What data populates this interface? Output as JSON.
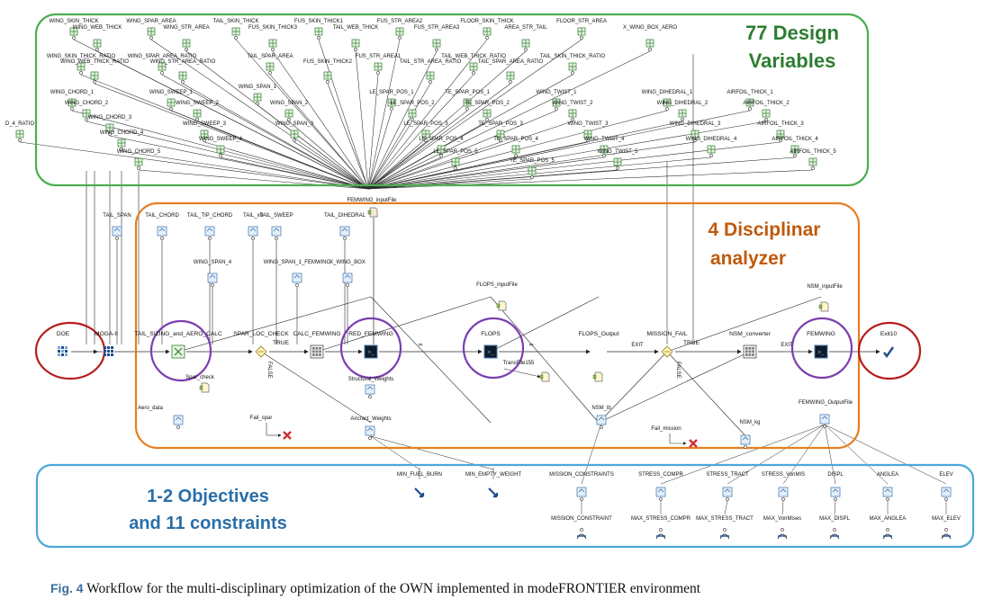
{
  "groups": {
    "design_vars": {
      "line1": "77 Design",
      "line2": "Variables",
      "color": "#4caf50",
      "text_color": "#2e7d32"
    },
    "analyzers": {
      "line1": "4 Disciplinar",
      "line2": "analyzer",
      "color": "#e67e22",
      "text_color": "#c0590a"
    },
    "objectives": {
      "line1": "1-2 Objectives",
      "line2": "and 11 constraints",
      "color": "#4aa8d8",
      "text_color": "#2a6fa8"
    }
  },
  "design_variables": [
    {
      "id": "v1",
      "label": "WING_SKIN_THICK",
      "row": 0
    },
    {
      "id": "v2",
      "label": "WING_SPAR_AREA",
      "row": 0
    },
    {
      "id": "v3",
      "label": "TAIL_SKIN_THICK",
      "row": 0
    },
    {
      "id": "v4",
      "label": "FUS_SKIN_THICK1",
      "row": 0
    },
    {
      "id": "v5",
      "label": "FUS_STR_AREA2",
      "row": 0
    },
    {
      "id": "v6",
      "label": "FLOOR_SKIN_THICK",
      "row": 0
    },
    {
      "id": "v7",
      "label": "FLOOR_STR_AREA",
      "row": 0
    },
    {
      "id": "v8",
      "label": "WING_WEB_THICK",
      "row": 1
    },
    {
      "id": "v9",
      "label": "WING_STR_AREA",
      "row": 1
    },
    {
      "id": "v10",
      "label": "FUS_SKIN_THICK3",
      "row": 1
    },
    {
      "id": "v11",
      "label": "TAIL_WEB_THICK",
      "row": 1
    },
    {
      "id": "v12",
      "label": "FUS_STR_AREA3",
      "row": 1
    },
    {
      "id": "v13",
      "label": "AREA_STR_TAIL",
      "row": 1
    },
    {
      "id": "v14",
      "label": "X_WING_BOX_AERO",
      "row": 1
    },
    {
      "id": "v15",
      "label": "WING_SKIN_THICK_RATIO",
      "row": 2
    },
    {
      "id": "v16",
      "label": "WING_SPAR_AREA_RATIO",
      "row": 2
    },
    {
      "id": "v17",
      "label": "TAIL_SPAR_AREA",
      "row": 2
    },
    {
      "id": "v18",
      "label": "FUS_STR_AREA1",
      "row": 2
    },
    {
      "id": "v19",
      "label": "TAIL_WEB_THICK_RATIO",
      "row": 2
    },
    {
      "id": "v20",
      "label": "TAIL_SKIN_THICK_RATIO",
      "row": 2
    },
    {
      "id": "v21",
      "label": "WING_WEB_THICK_RATIO",
      "row": 3
    },
    {
      "id": "v22",
      "label": "WING_STR_AREA_RATIO",
      "row": 3
    },
    {
      "id": "v23",
      "label": "FUS_SKIN_THICK2",
      "row": 3
    },
    {
      "id": "v24",
      "label": "TAIL_STR_AREA_RATIO",
      "row": 3
    },
    {
      "id": "v25",
      "label": "TAIL_SPAR_AREA_RATIO",
      "row": 3
    },
    {
      "id": "v26",
      "label": "WING_SPAN_1",
      "row": 4
    },
    {
      "id": "v27",
      "label": "WING_CHORD_1",
      "row": 5
    },
    {
      "id": "v28",
      "label": "WING_SWEEP_1",
      "row": 5
    },
    {
      "id": "v29",
      "label": "LE_SPAR_POS_1",
      "row": 5
    },
    {
      "id": "v30",
      "label": "TE_SPAR_POS_1",
      "row": 5
    },
    {
      "id": "v31",
      "label": "WING_TWIST_1",
      "row": 5
    },
    {
      "id": "v32",
      "label": "WING_DIHEDRAL_1",
      "row": 5
    },
    {
      "id": "v33",
      "label": "AIRFOIL_THICK_1",
      "row": 5
    },
    {
      "id": "v34",
      "label": "WING_CHORD_2",
      "row": 6
    },
    {
      "id": "v35",
      "label": "WING_SWEEP_2",
      "row": 6
    },
    {
      "id": "v36",
      "label": "WING_SPAN_2",
      "row": 6
    },
    {
      "id": "v37",
      "label": "LE_SPAR_POS_2",
      "row": 6
    },
    {
      "id": "v38",
      "label": "TE_SPAR_POS_2",
      "row": 6
    },
    {
      "id": "v39",
      "label": "WING_TWIST_2",
      "row": 6
    },
    {
      "id": "v40",
      "label": "WING_DIHEDRAL_2",
      "row": 6
    },
    {
      "id": "v41",
      "label": "AIRFOIL_THICK_2",
      "row": 6
    },
    {
      "id": "v42",
      "label": "WING_CHORD_3",
      "row": 7
    },
    {
      "id": "v43",
      "label": "WING_SWEEP_3",
      "row": 8
    },
    {
      "id": "v44",
      "label": "WING_SPAN_3",
      "row": 8
    },
    {
      "id": "v45",
      "label": "LE_SPAR_POS_3",
      "row": 8
    },
    {
      "id": "v46",
      "label": "TE_SPAR_POS_3",
      "row": 8
    },
    {
      "id": "v47",
      "label": "WING_TWIST_3",
      "row": 8
    },
    {
      "id": "v48",
      "label": "WING_DIHEDRAL_3",
      "row": 8
    },
    {
      "id": "v49",
      "label": "AIRFOIL_THICK_3",
      "row": 8
    },
    {
      "id": "v50",
      "label": "D_4_RATIO",
      "row": 8
    },
    {
      "id": "v51",
      "label": "WING_CHORD_4",
      "row": 9
    },
    {
      "id": "v52",
      "label": "WING_SWEEP_4",
      "row": 10
    },
    {
      "id": "v53",
      "label": "LE_SPAR_POS_4",
      "row": 10
    },
    {
      "id": "v54",
      "label": "TE_SPAR_POS_4",
      "row": 10
    },
    {
      "id": "v55",
      "label": "WING_TWIST_4",
      "row": 10
    },
    {
      "id": "v56",
      "label": "WING_DIHEDRAL_4",
      "row": 10
    },
    {
      "id": "v57",
      "label": "AIRFOIL_THICK_4",
      "row": 10
    },
    {
      "id": "v58",
      "label": "WING_CHORD_5",
      "row": 11
    },
    {
      "id": "v59",
      "label": "LE_SPAR_POS_5",
      "row": 11
    },
    {
      "id": "v60",
      "label": "TE_SPAR_POS_5",
      "row": 12
    },
    {
      "id": "v61",
      "label": "WING_TWIST_5",
      "row": 11
    },
    {
      "id": "v62",
      "label": "AIRFOIL_THICK_5",
      "row": 11
    }
  ],
  "hub_label": "FEMWING_inputFile",
  "analyzer_inputs": [
    "TAIL_SPAN",
    "TAIL_CHORD",
    "TAIL_TIP_CHORD",
    "TAIL_x0",
    "TAIL_SWEEP",
    "TAIL_DIHEDRAL",
    "WING_SPAN_4",
    "WING_SPAN_1_FEMWING",
    "X_WING_BOX"
  ],
  "workflow_nodes": [
    {
      "id": "doe",
      "label": "DOE",
      "kind": "doe"
    },
    {
      "id": "moga",
      "label": "MOGA-II",
      "kind": "scheduler"
    },
    {
      "id": "aero",
      "label": "TAIL_SIZING_and_AERO_CALC",
      "kind": "calc"
    },
    {
      "id": "sparcheck",
      "label": "SPAR_LOC_CHECK",
      "kind": "switch"
    },
    {
      "id": "calcfem",
      "label": "CALC_FEMWING",
      "kind": "calc2"
    },
    {
      "id": "redfem",
      "label": "RED_FEMWING",
      "kind": "app"
    },
    {
      "id": "flops",
      "label": "FLOPS",
      "kind": "app"
    },
    {
      "id": "flopsout",
      "label": "FLOPS_Output",
      "kind": "file"
    },
    {
      "id": "missionfail",
      "label": "MISSION_FAIL",
      "kind": "switch"
    },
    {
      "id": "nsmconv",
      "label": "NSM_converter",
      "kind": "calc2"
    },
    {
      "id": "femwing",
      "label": "FEMWING",
      "kind": "app"
    },
    {
      "id": "exit",
      "label": "Exit10",
      "kind": "exit"
    }
  ],
  "aux_labels": {
    "spar_check": "Spar_check",
    "aero_data": "Aero_data",
    "fail_spar": "Fail_spar",
    "struct_weights": "Structural_Weights",
    "aircraft_weights": "Aircract_Weights",
    "flops_input": "FLOPS_inputFile",
    "transfile": "TransFile155",
    "nsm_input": "NSM_inputFile",
    "nsm_lb": "NSM_lb",
    "nsm_kg": "NSM_kg",
    "fail_mission": "Fail_mission",
    "femwing_output": "FEMWING_OutputFile",
    "true": "TRUE",
    "false": "FALSE",
    "exit": "EXIT"
  },
  "objectives": [
    "MIN_FUEL_BURN",
    "MIN_EMPTY_WEIGHT"
  ],
  "outputs": [
    "MISSION_CONSTRAINTS",
    "STRESS_COMPR",
    "STRESS_TRACT",
    "STRESS_VonMIS",
    "DISPL",
    "ANGLEA",
    "ELEV"
  ],
  "constraints": [
    "MISSION_CONSTRAINT",
    "MAX_STRESS_COMPR",
    "MAX_STRESS_TRACT",
    "MAX_VonMises",
    "MAX_DISPL",
    "MAX_ANGLEA",
    "MAX_ELEV"
  ],
  "highlight": {
    "purple": "#7b3fb0",
    "red": "#b71c1c"
  },
  "caption": {
    "fig": "Fig. 4",
    "text": "Workflow for the multi-disciplinary optimization of the OWN implemented in modeFRONTIER environment"
  }
}
